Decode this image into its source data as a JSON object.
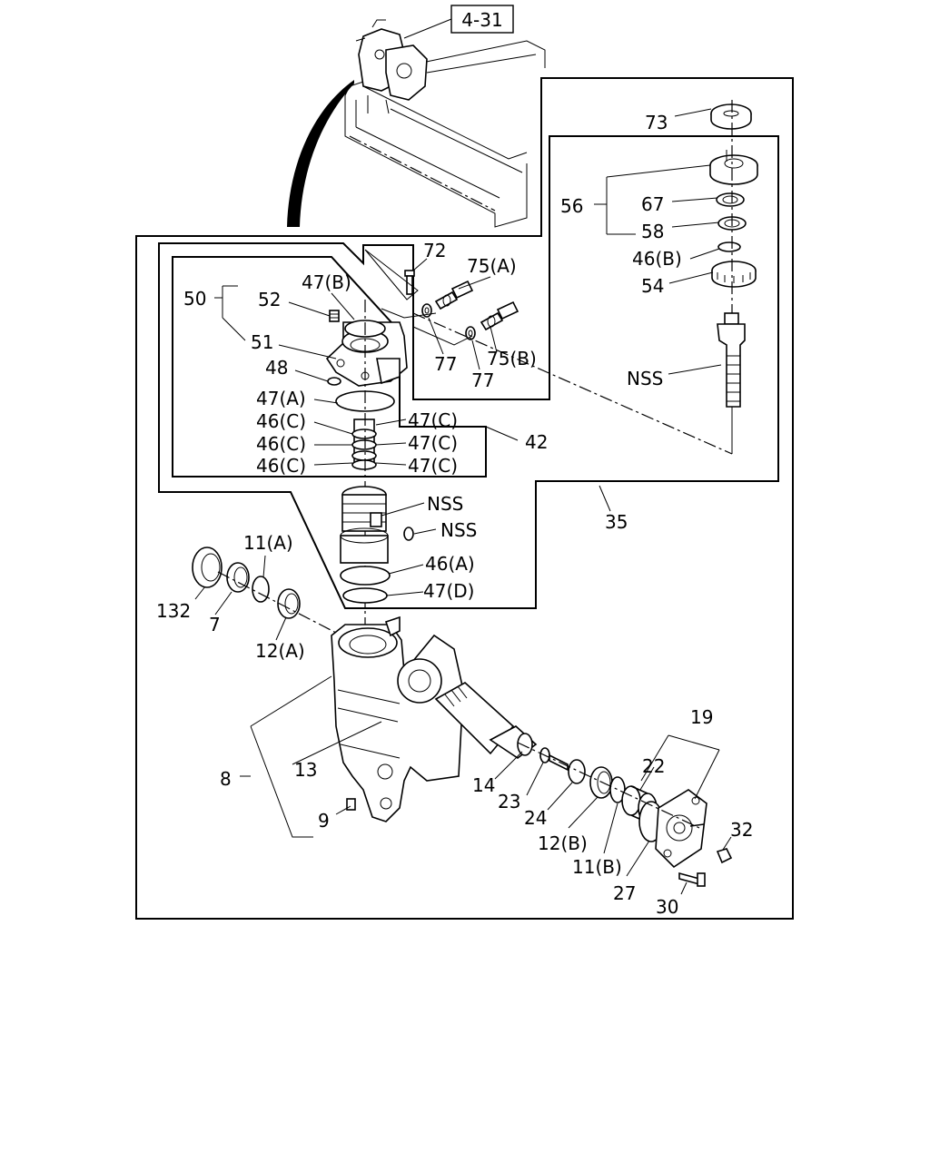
{
  "reference": "4-31",
  "callouts": [
    {
      "id": "73",
      "text": "73"
    },
    {
      "id": "56",
      "text": "56"
    },
    {
      "id": "67",
      "text": "67"
    },
    {
      "id": "58",
      "text": "58"
    },
    {
      "id": "46b-top",
      "text": "46(B)"
    },
    {
      "id": "54",
      "text": "54"
    },
    {
      "id": "nss-top",
      "text": "NSS"
    },
    {
      "id": "72",
      "text": "72"
    },
    {
      "id": "75a",
      "text": "75(A)"
    },
    {
      "id": "75b",
      "text": "75(B)"
    },
    {
      "id": "77a",
      "text": "77"
    },
    {
      "id": "77b",
      "text": "77"
    },
    {
      "id": "50",
      "text": "50"
    },
    {
      "id": "52",
      "text": "52"
    },
    {
      "id": "47b",
      "text": "47(B)"
    },
    {
      "id": "51",
      "text": "51"
    },
    {
      "id": "48",
      "text": "48"
    },
    {
      "id": "47a",
      "text": "47(A)"
    },
    {
      "id": "46c-1",
      "text": "46(C)"
    },
    {
      "id": "46c-2",
      "text": "46(C)"
    },
    {
      "id": "46c-3",
      "text": "46(C)"
    },
    {
      "id": "47c-1",
      "text": "47(C)"
    },
    {
      "id": "47c-2",
      "text": "47(C)"
    },
    {
      "id": "47c-3",
      "text": "47(C)"
    },
    {
      "id": "42",
      "text": "42"
    },
    {
      "id": "nss-1",
      "text": "NSS"
    },
    {
      "id": "nss-2",
      "text": "NSS"
    },
    {
      "id": "35",
      "text": "35"
    },
    {
      "id": "46a",
      "text": "46(A)"
    },
    {
      "id": "47d",
      "text": "47(D)"
    },
    {
      "id": "11a",
      "text": "11(A)"
    },
    {
      "id": "132",
      "text": "132"
    },
    {
      "id": "7",
      "text": "7"
    },
    {
      "id": "12a",
      "text": "12(A)"
    },
    {
      "id": "19",
      "text": "19"
    },
    {
      "id": "8",
      "text": "8"
    },
    {
      "id": "13",
      "text": "13"
    },
    {
      "id": "22",
      "text": "22"
    },
    {
      "id": "14",
      "text": "14"
    },
    {
      "id": "23",
      "text": "23"
    },
    {
      "id": "24",
      "text": "24"
    },
    {
      "id": "12b",
      "text": "12(B)"
    },
    {
      "id": "11b",
      "text": "11(B)"
    },
    {
      "id": "27",
      "text": "27"
    },
    {
      "id": "32",
      "text": "32"
    },
    {
      "id": "9",
      "text": "9"
    },
    {
      "id": "30",
      "text": "30"
    }
  ]
}
